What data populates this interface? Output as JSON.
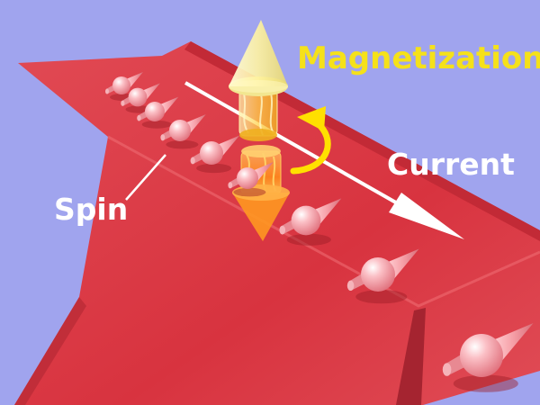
{
  "labels": {
    "magnetization": "Magnetization",
    "current": "Current",
    "spin": "Spin"
  },
  "colors": {
    "background": "#a0a4ee",
    "wire": "#d8333f",
    "wire_side": "#9c1c26",
    "wire_top_highlight": "#ee6a72",
    "spin": "#f59aa3",
    "magnetization_up": "#fff6b0",
    "magnetization_down": "#ff9a20",
    "rotation_arrow": "#ffe000",
    "current_arrow": "#ffffff",
    "label_yellow": "#f5e11a",
    "label_white": "#ffffff"
  },
  "icons": {
    "spin": "spin-arrow-icon",
    "magnetization": "magnetization-arrow-icon",
    "rotation": "rotation-arrow-icon",
    "current": "current-arrow-icon"
  }
}
